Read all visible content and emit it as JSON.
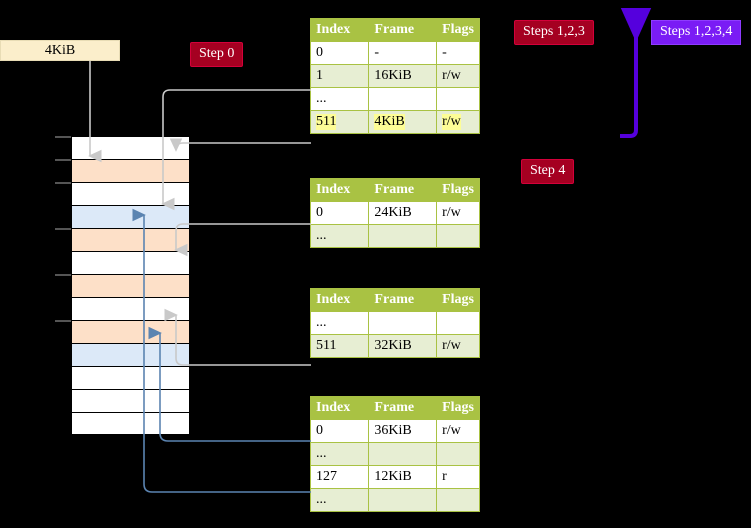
{
  "labels": {
    "kib_box": "4KiB",
    "step0": "Step 0",
    "step4": "Step 4",
    "steps123": "Steps 1,2,3",
    "steps1234": "Steps 1,2,3,4"
  },
  "colors": {
    "header_green": "#a9c243",
    "alt_row": "#e7eed3",
    "highlight_yellow": "#fdfd96",
    "badge_dark_red": "#a50021",
    "badge_violet": "#7a1cf5",
    "mem_peach": "#fde0c8",
    "mem_blue": "#dce9f8",
    "kib_box_bg": "#fbeecb",
    "connector_gray": "#c9c9c9",
    "connector_blue": "#5b84b1",
    "arrow_purple": "#5500dd"
  },
  "table_columns": [
    "Index",
    "Frame",
    "Flags"
  ],
  "tables": [
    {
      "name": "pml4-table",
      "rows": [
        {
          "index": "0",
          "frame": "-",
          "flags": "-",
          "alt": false,
          "highlight": false
        },
        {
          "index": "1",
          "frame": "16KiB",
          "flags": "r/w",
          "alt": true,
          "highlight": false
        },
        {
          "index": "...",
          "frame": "",
          "flags": "",
          "alt": false,
          "highlight": false
        },
        {
          "index": "511",
          "frame": "4KiB",
          "flags": "r/w",
          "alt": true,
          "highlight": true
        }
      ]
    },
    {
      "name": "pdp-table",
      "rows": [
        {
          "index": "0",
          "frame": "24KiB",
          "flags": "r/w",
          "alt": false,
          "highlight": false
        },
        {
          "index": "...",
          "frame": "",
          "flags": "",
          "alt": true,
          "highlight": false
        }
      ]
    },
    {
      "name": "pd-table",
      "rows": [
        {
          "index": "...",
          "frame": "",
          "flags": "",
          "alt": false,
          "highlight": false
        },
        {
          "index": "511",
          "frame": "32KiB",
          "flags": "r/w",
          "alt": true,
          "highlight": false
        }
      ]
    },
    {
      "name": "pt-table",
      "rows": [
        {
          "index": "0",
          "frame": "36KiB",
          "flags": "r/w",
          "alt": false,
          "highlight": false
        },
        {
          "index": "...",
          "frame": "",
          "flags": "",
          "alt": true,
          "highlight": false
        },
        {
          "index": "127",
          "frame": "12KiB",
          "flags": "r",
          "alt": false,
          "highlight": false
        },
        {
          "index": "...",
          "frame": "",
          "flags": "",
          "alt": true,
          "highlight": false
        }
      ]
    }
  ],
  "memory_rows": [
    {
      "fill": "white",
      "tick": true
    },
    {
      "fill": "peach",
      "tick": true
    },
    {
      "fill": "white",
      "tick": true
    },
    {
      "fill": "blue",
      "tick": false
    },
    {
      "fill": "peach",
      "tick": true
    },
    {
      "fill": "white",
      "tick": false
    },
    {
      "fill": "peach",
      "tick": true
    },
    {
      "fill": "white",
      "tick": false
    },
    {
      "fill": "peach",
      "tick": true
    },
    {
      "fill": "blue",
      "tick": false
    },
    {
      "fill": "white",
      "tick": false
    },
    {
      "fill": "white",
      "tick": false
    },
    {
      "fill": "white",
      "tick": false
    }
  ]
}
